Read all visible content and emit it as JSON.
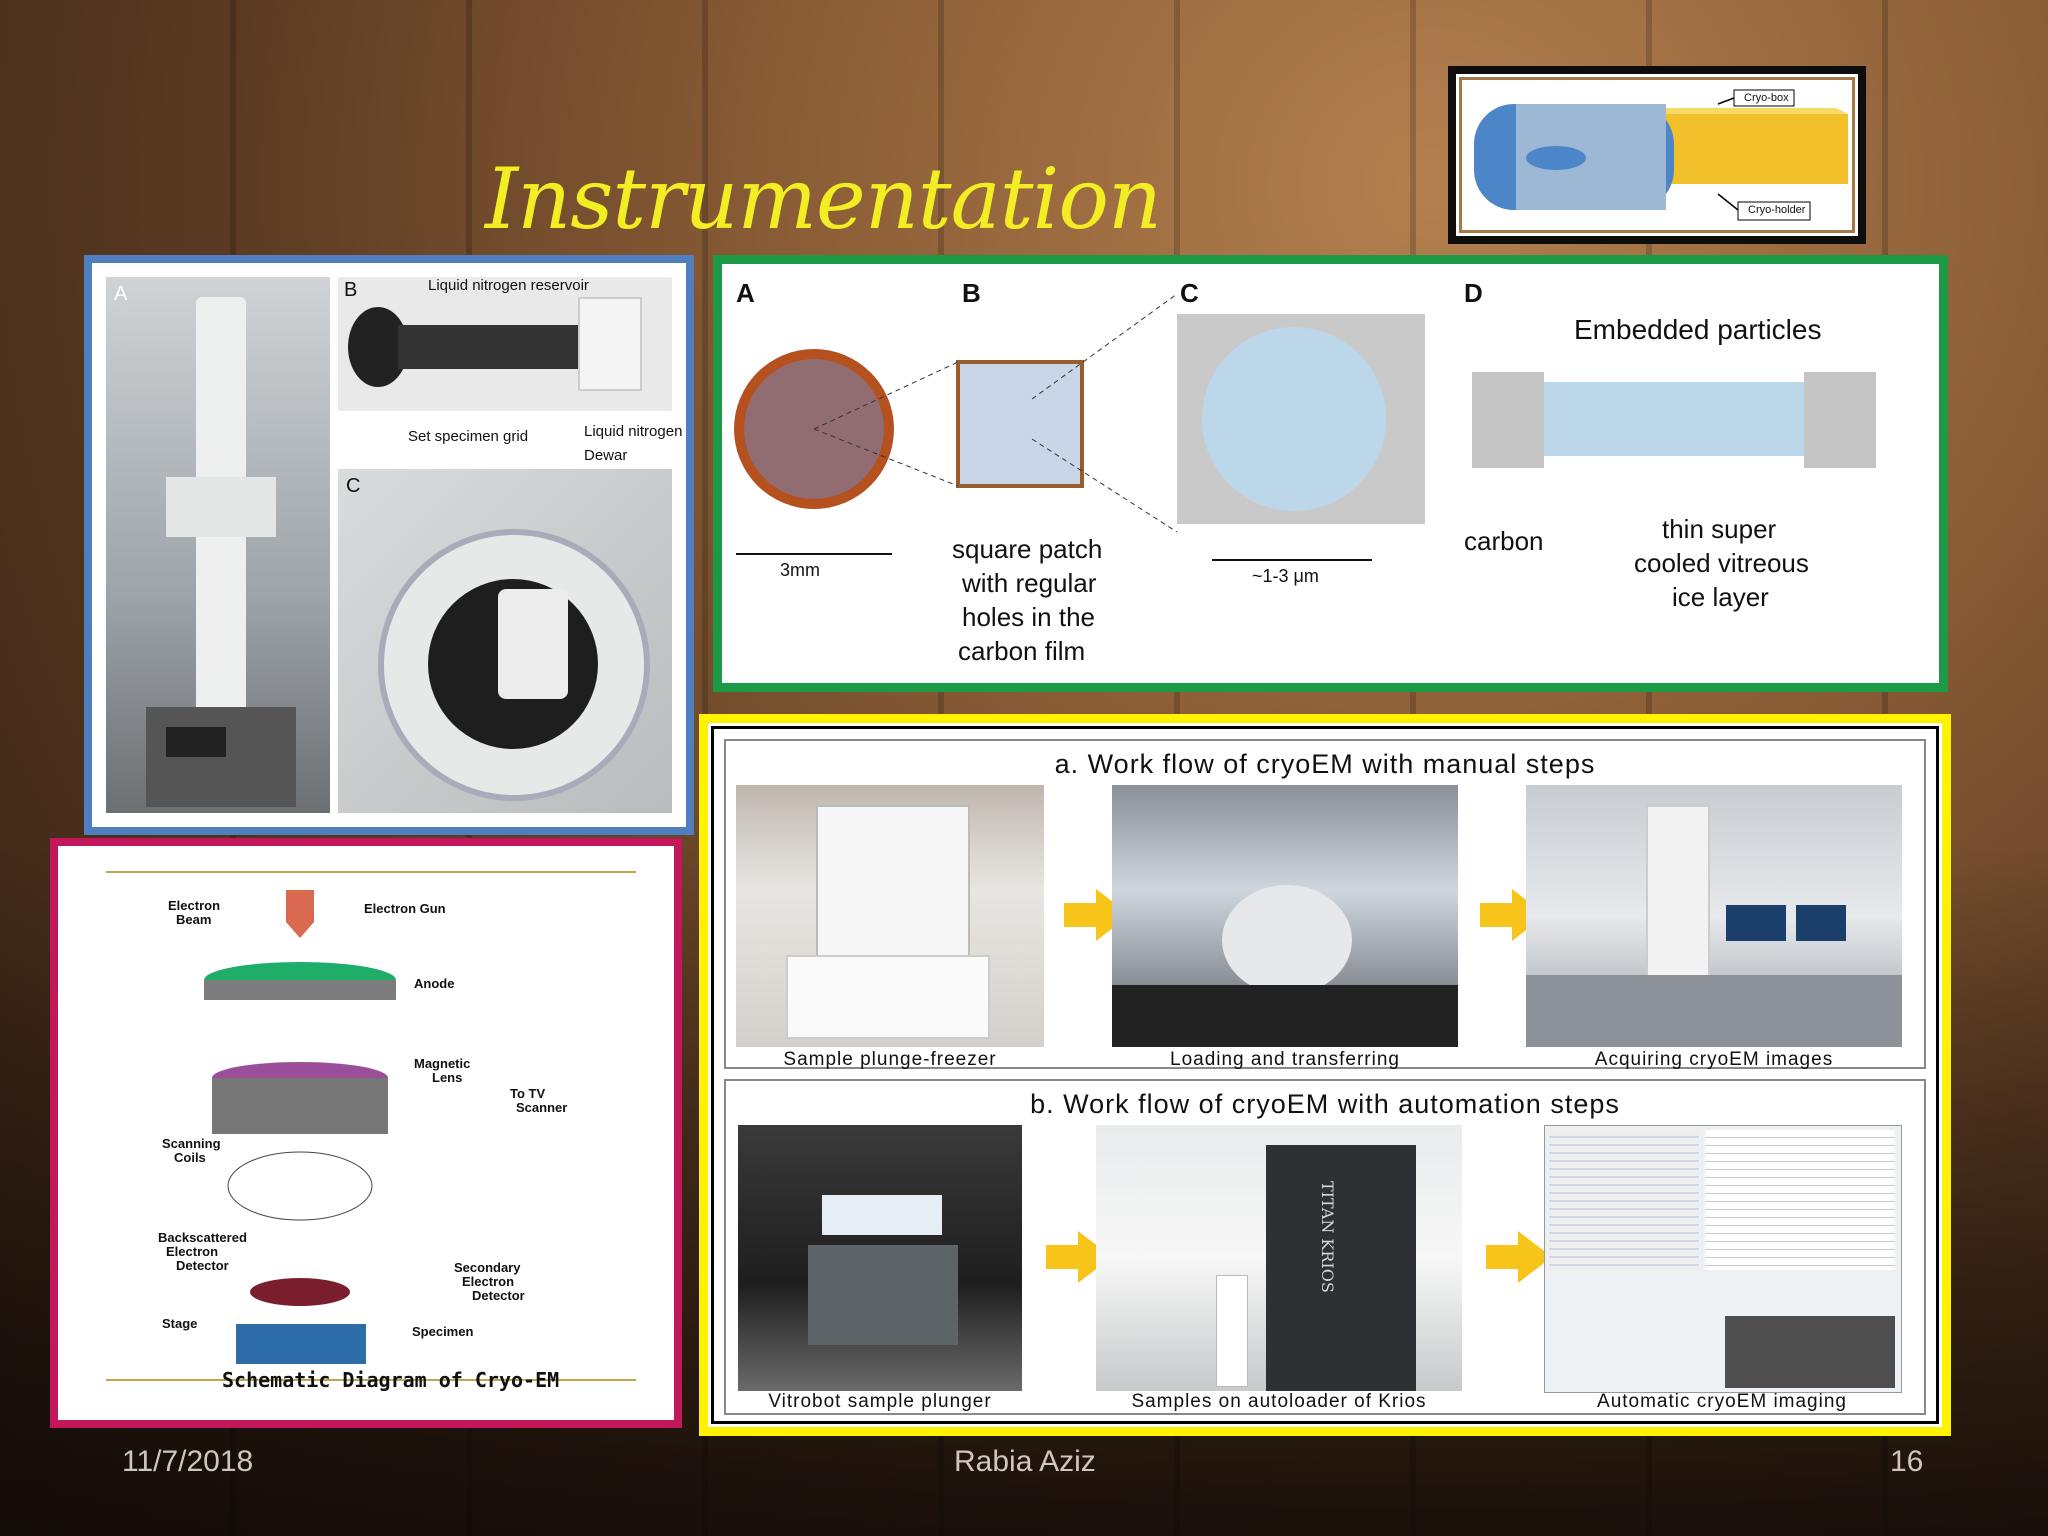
{
  "slide": {
    "title": "Instrumentation",
    "footer_date": "11/7/2018",
    "footer_author": "Rabia Aziz",
    "footer_page": "16"
  },
  "cryo_holder": {
    "box_label": "Cryo-box",
    "holder_label": "Cryo-holder"
  },
  "microscope_photo": {
    "panel_a": "A",
    "panel_b": "B",
    "panel_c": "C",
    "reservoir_label": "Liquid nitrogen reservoir",
    "grid_label": "Set specimen grid",
    "dewar_label_1": "Liquid nitrogen",
    "dewar_label_2": "Dewar"
  },
  "grid_figure": {
    "panel_a": "A",
    "panel_b": "B",
    "panel_c": "C",
    "panel_d": "D",
    "embedded_label": "Embedded particles",
    "scale_a": "3mm",
    "patch_label_1": "square patch",
    "patch_label_2": "with regular",
    "patch_label_3": "holes in the",
    "patch_label_4": "carbon film",
    "scale_c": "~1-3 μm",
    "carbon_label": "carbon",
    "ice_label_1": "thin super",
    "ice_label_2": "cooled vitreous",
    "ice_label_3": "ice layer"
  },
  "schematic": {
    "electron_beam_1": "Electron",
    "electron_beam_2": "Beam",
    "electron_gun": "Electron Gun",
    "anode": "Anode",
    "magnetic_lens_1": "Magnetic",
    "magnetic_lens_2": "Lens",
    "to_tv_1": "To TV",
    "to_tv_2": "Scanner",
    "scanning_coils_1": "Scanning",
    "scanning_coils_2": "Coils",
    "backscattered_1": "Backscattered",
    "backscattered_2": "Electron",
    "backscattered_3": "Detector",
    "secondary_1": "Secondary",
    "secondary_2": "Electron",
    "secondary_3": "Detector",
    "stage": "Stage",
    "specimen": "Specimen",
    "caption": "Schematic Diagram of Cryo-EM"
  },
  "workflow": {
    "manual_title": "a. Work flow of cryoEM with manual steps",
    "manual_steps": [
      "Sample plunge-freezer",
      "Loading and transferring",
      "Acquiring cryoEM images"
    ],
    "auto_title": "b. Work flow of cryoEM with automation steps",
    "auto_steps": [
      "Vitrobot sample plunger",
      "Samples on autoloader of Krios",
      "Automatic cryoEM imaging"
    ],
    "krios_label": "TITAN KRIOS"
  }
}
